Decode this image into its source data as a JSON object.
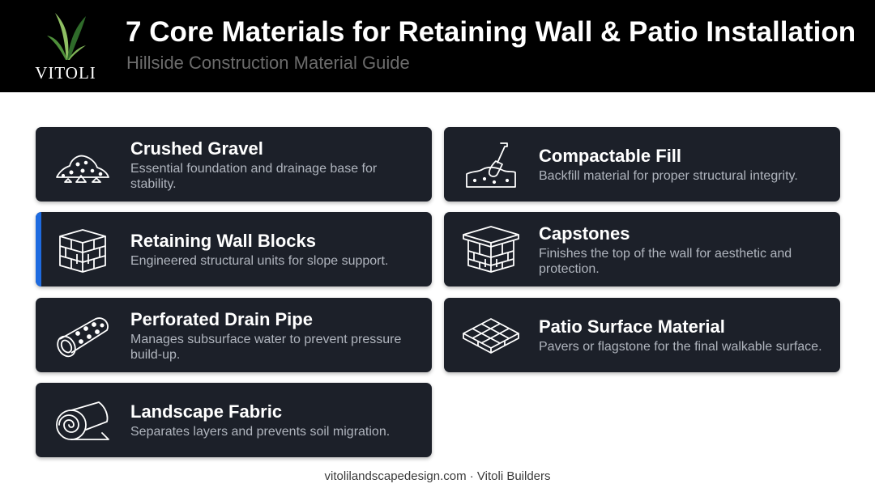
{
  "header": {
    "logo_text": "VITOLI",
    "logo_icon": "leaf-icon",
    "title": "7 Core Materials for Retaining Wall & Patio Installation",
    "subtitle": "Hillside Construction Material Guide"
  },
  "materials": [
    {
      "name": "Crushed Gravel",
      "description": "Essential foundation and drainage base for stability.",
      "icon": "gravel-pile-icon"
    },
    {
      "name": "Compactable Fill",
      "description": "Backfill material for proper structural integrity.",
      "icon": "shovel-icon"
    },
    {
      "name": "Retaining Wall Blocks",
      "description": "Engineered structural units for slope support.",
      "icon": "brick-wall-icon"
    },
    {
      "name": "Capstones",
      "description": "Finishes the top of the wall for aesthetic and protection.",
      "icon": "capped-wall-icon"
    },
    {
      "name": "Perforated Drain Pipe",
      "description": "Manages subsurface water to prevent pressure build-up.",
      "icon": "drain-pipe-icon"
    },
    {
      "name": "Patio Surface Material",
      "description": "Pavers or flagstone for the final walkable surface.",
      "icon": "paver-tiles-icon"
    },
    {
      "name": "Landscape Fabric",
      "description": "Separates layers and prevents soil migration.",
      "icon": "fabric-roll-icon"
    }
  ],
  "colors": {
    "header_bg": "#000000",
    "card_bg": "#1c2029",
    "accent": "#1e6be0",
    "leaf_light": "#8fbf63",
    "leaf_dark": "#2f6b2a"
  },
  "footer": {
    "text": "vitolilandscapedesign.com · Vitoli Builders"
  }
}
